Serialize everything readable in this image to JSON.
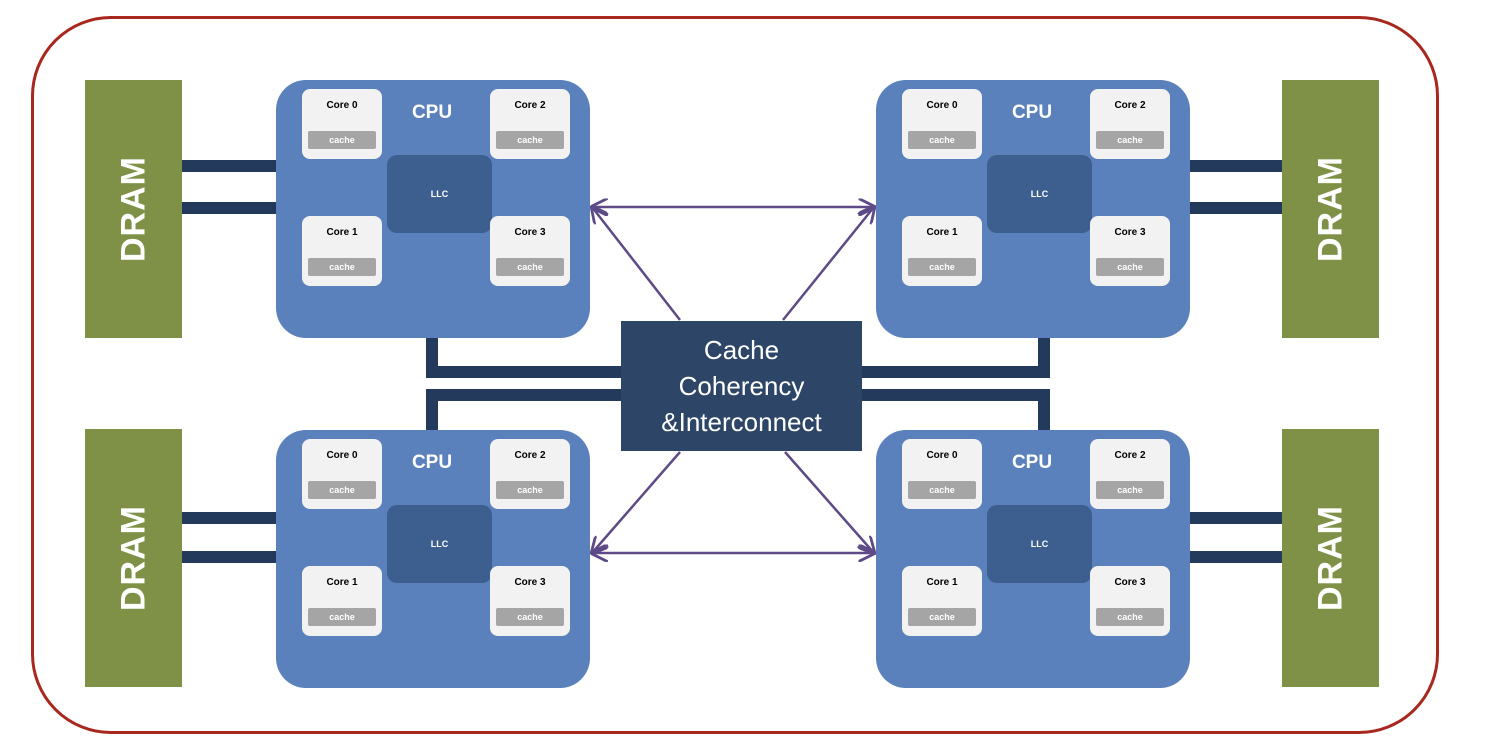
{
  "dram_label": "DRAM",
  "cpu_label": "CPU",
  "llc_label": "LLC",
  "cache_label": "cache",
  "core_labels": [
    "Core 0",
    "Core 1",
    "Core 2",
    "Core 3"
  ],
  "interconnect": {
    "lines": [
      "Cache",
      "Coherency",
      "&Interconnect"
    ]
  },
  "colors": {
    "frame": "#a8271f",
    "dram": "#7e9146",
    "cpu": "#5a81bb",
    "llc": "#3d5f90",
    "core": "#f2f2f2",
    "cache": "#a5a5a5",
    "interconnect": "#2d4566",
    "bus": "#233a5c",
    "arrow": "#5d4a86"
  }
}
